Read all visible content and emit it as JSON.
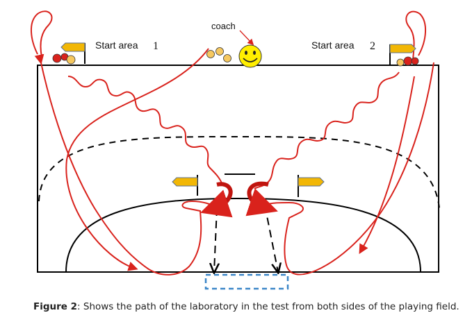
{
  "labels": {
    "coach": "coach",
    "start_area_1_text": "Start area",
    "start_area_1_num": "1",
    "start_area_2_text": "Start area",
    "start_area_2_num": "2"
  },
  "caption": {
    "prefix": "Figure 2",
    "text": ": Shows the path of the laboratory in the test from both sides of the playing field."
  },
  "colors": {
    "path": "#d9221c",
    "field_line": "#000000",
    "flag": "#f2b705",
    "ball": "#f6c85f",
    "coach_face": "#ffee00",
    "goal_box": "#3a86c8",
    "arrow": "#c0150f"
  }
}
